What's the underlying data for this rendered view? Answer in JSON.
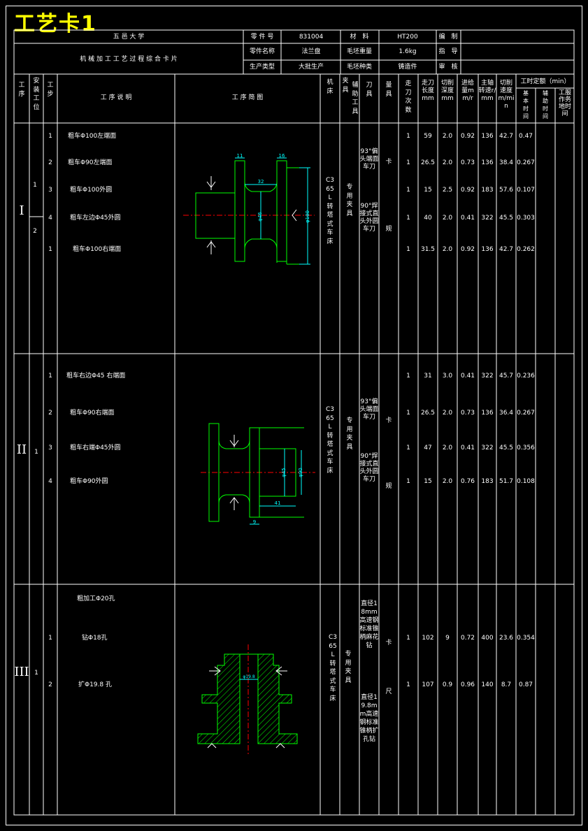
{
  "card_title": "工艺卡1",
  "header": {
    "university": "五 邑 大 学",
    "card_name": "机 械 加 工 工 艺 过 程 综 合 卡 片",
    "part_no_label": "零 件 号",
    "part_no": "831004",
    "part_name_label": "零件名称",
    "part_name": "法兰盘",
    "prod_type_label": "生产类型",
    "prod_type": "大批生产",
    "material_label": "材　料",
    "material": "HT200",
    "blank_weight_label": "毛坯重量",
    "blank_weight": "1.6kg",
    "blank_type_label": "毛坯种类",
    "blank_type": "铸造件",
    "compile_label": "编　制",
    "guide_label": "指　导",
    "review_label": "审　核"
  },
  "columns": {
    "process": "工序",
    "install": "安装工位",
    "step": "工步",
    "desc": "工 序 说 明",
    "sketch": "工 序 简 图",
    "machine": "机床",
    "fixture": "夹具",
    "aux_tool": "辅助工具",
    "cutter": "刀具",
    "gauge": "量具",
    "passes": "走刀次数",
    "length": "走刀长度mm",
    "depth": "切削深度mm",
    "feed": "进给量mm/r",
    "spindle": "主轴转速r/mm",
    "speed": "切削速度m/min",
    "time_group": "工时定额（min）",
    "t_basic": "基本时间",
    "t_aux": "辅助时间",
    "t_service": "工服作务地时间"
  },
  "sections": [
    {
      "roman": "I",
      "installs": [
        {
          "label": "1"
        },
        {
          "label": "2"
        }
      ],
      "machine": "C365L转塔式车床",
      "fixture": "专用夹具",
      "cutter_a": "93°偏头端面车刀",
      "cutter_b": "90°焊接式直头外圆车刀",
      "gauge": "卡规",
      "sketch_dims": {
        "d1": "11",
        "d2": "16",
        "d3": "32",
        "d4": "φ46",
        "d5": "φ100"
      },
      "steps": [
        {
          "no": "1",
          "desc": "粗车Φ100左端面",
          "passes": "1",
          "length": "59",
          "depth": "2.0",
          "feed": "0.92",
          "spindle": "136",
          "speed": "42.7",
          "time": "0.47"
        },
        {
          "no": "2",
          "desc": "粗车Φ90左端面",
          "passes": "1",
          "length": "26.5",
          "depth": "2.0",
          "feed": "0.73",
          "spindle": "136",
          "speed": "38.4",
          "time": "0.267"
        },
        {
          "no": "3",
          "desc": "粗车Φ100外圆",
          "passes": "1",
          "length": "15",
          "depth": "2.5",
          "feed": "0.92",
          "spindle": "183",
          "speed": "57.6",
          "time": "0.107"
        },
        {
          "no": "4",
          "desc": "粗车左边Φ45外圆",
          "passes": "1",
          "length": "40",
          "depth": "2.0",
          "feed": "0.41",
          "spindle": "322",
          "speed": "45.5",
          "time": "0.303"
        },
        {
          "no": "1",
          "desc": "粗车Φ100右端面",
          "passes": "1",
          "length": "31.5",
          "depth": "2.0",
          "feed": "0.92",
          "spindle": "136",
          "speed": "42.7",
          "time": "0.262"
        }
      ]
    },
    {
      "roman": "II",
      "installs": [
        {
          "label": "1"
        }
      ],
      "machine": "C365L转塔式车床",
      "fixture": "专用夹具",
      "cutter_a": "93°偏头端面车刀",
      "cutter_b": "90°焊接式直头外圆车刀",
      "gauge": "卡规",
      "sketch_dims": {
        "d1": "φ45",
        "d2": "φ90",
        "d3": "41",
        "d4": "9"
      },
      "steps": [
        {
          "no": "1",
          "desc": "粗车右边Φ45 右端面",
          "passes": "1",
          "length": "31",
          "depth": "3.0",
          "feed": "0.41",
          "spindle": "322",
          "speed": "45.7",
          "time": "0.236"
        },
        {
          "no": "2",
          "desc": "粗车Φ90右端面",
          "passes": "1",
          "length": "26.5",
          "depth": "2.0",
          "feed": "0.73",
          "spindle": "136",
          "speed": "36.4",
          "time": "0.267"
        },
        {
          "no": "3",
          "desc": "粗车右端Φ45外圆",
          "passes": "1",
          "length": "47",
          "depth": "2.0",
          "feed": "0.41",
          "spindle": "322",
          "speed": "45.5",
          "time": "0.356"
        },
        {
          "no": "4",
          "desc": "粗车Φ90外圆",
          "passes": "1",
          "length": "15",
          "depth": "2.0",
          "feed": "0.76",
          "spindle": "183",
          "speed": "51.7",
          "time": "0.108"
        }
      ]
    },
    {
      "roman": "III",
      "installs": [
        {
          "label": "1"
        }
      ],
      "machine": "C365L转塔式车床",
      "fixture": "专用夹具",
      "cutter_a": "直径18mm高速钢标准锥柄麻花钻",
      "cutter_b": "直径19.8mm高速钢标准锥柄扩孔钻",
      "gauge": "卡尺",
      "sketch_dims": {
        "d1": "φ19.8"
      },
      "steps": [
        {
          "no": "",
          "desc": "粗加工Φ20孔",
          "passes": "",
          "length": "",
          "depth": "",
          "feed": "",
          "spindle": "",
          "speed": "",
          "time": ""
        },
        {
          "no": "1",
          "desc": "钻Φ18孔",
          "passes": "1",
          "length": "102",
          "depth": "9",
          "feed": "0.72",
          "spindle": "400",
          "speed": "23.6",
          "time": "0.354"
        },
        {
          "no": "2",
          "desc": "扩Φ19.8 孔",
          "passes": "1",
          "length": "107",
          "depth": "0.9",
          "feed": "0.96",
          "spindle": "140",
          "speed": "8.7",
          "time": "0.87"
        }
      ]
    }
  ],
  "colors": {
    "line": "#ffffff",
    "title": "#ffff00",
    "sketch": "#00ff00",
    "dim": "#00ffff",
    "center": "#ff0000"
  }
}
